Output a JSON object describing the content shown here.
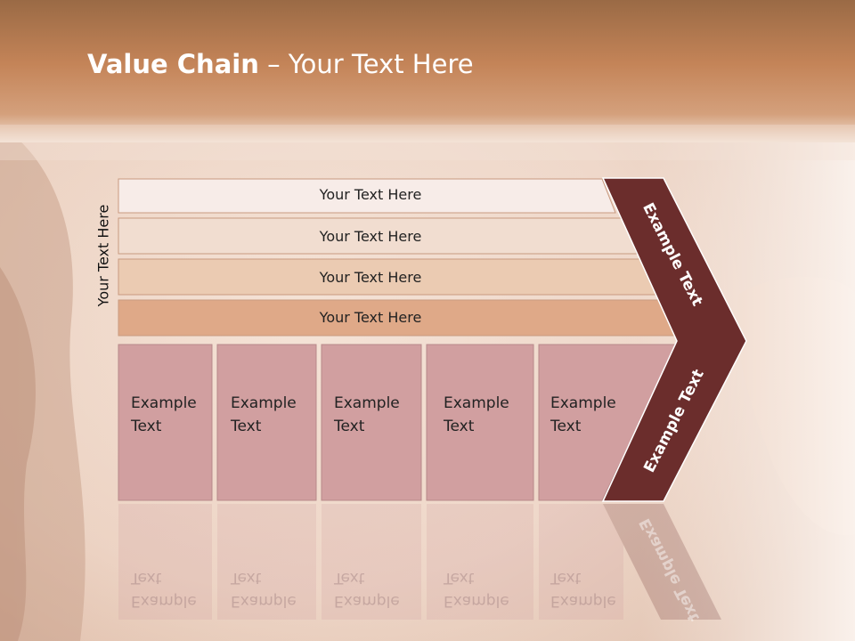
{
  "slide": {
    "title_bold": "Value Chain",
    "title_rest": " – Your Text Here",
    "side_label": "Your Text Here"
  },
  "bars": [
    {
      "label": "Your Text Here",
      "color": "#f7ece8"
    },
    {
      "label": "Your Text Here",
      "color": "#f1ddd0"
    },
    {
      "label": "Your Text Here",
      "color": "#ebcbb2"
    },
    {
      "label": "Your Text Here",
      "color": "#dfa988"
    }
  ],
  "columns": [
    {
      "line1": "Example",
      "line2": "Text"
    },
    {
      "line1": "Example",
      "line2": "Text"
    },
    {
      "line1": "Example",
      "line2": "Text"
    },
    {
      "line1": "Example",
      "line2": "Text"
    },
    {
      "line1": "Example",
      "line2": "Text"
    }
  ],
  "arrow": {
    "upper_label": "Example Text",
    "lower_label": "Example Text",
    "color": "#6b2d2c"
  },
  "colors": {
    "header": "#b97a4d",
    "column_fill": "#d19fa0",
    "background": "#f6e6dc"
  }
}
